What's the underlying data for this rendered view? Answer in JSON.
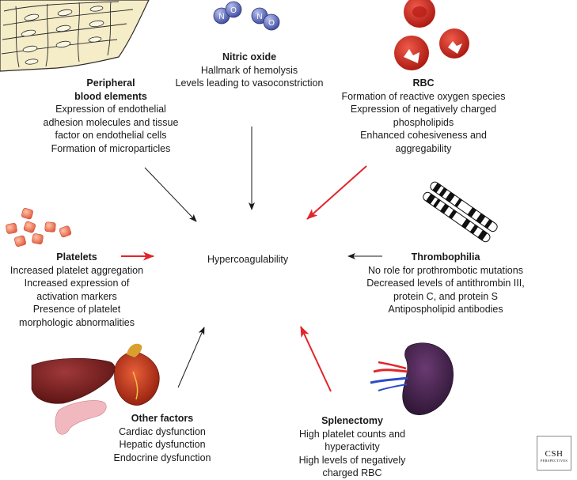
{
  "center": "Hypercoagulability",
  "nitric_oxide": {
    "title": "Nitric oxide",
    "lines": [
      "Hallmark of hemolysis",
      "Levels leading to vasoconstriction"
    ]
  },
  "peripheral": {
    "title_lines": [
      "Peripheral",
      "blood elements"
    ],
    "lines": [
      "Expression of endothelial",
      "adhesion molecules and tissue",
      "factor on endothelial cells",
      "Formation of microparticles"
    ]
  },
  "rbc": {
    "title": "RBC",
    "lines": [
      "Formation of reactive oxygen species",
      "Expression of negatively charged",
      "phospholipids",
      "Enhanced cohesiveness and",
      "aggregability"
    ]
  },
  "platelets": {
    "title": "Platelets",
    "lines": [
      "Increased platelet aggregation",
      "Increased expression of",
      "activation markers",
      "Presence of platelet",
      "morphologic abnormalities"
    ]
  },
  "thrombophilia": {
    "title": "Thrombophilia",
    "lines": [
      "No role for prothrombotic mutations",
      "Decreased levels of antithrombin III,",
      "protein C, and protein S",
      "Antipospholipid antibodies"
    ]
  },
  "other_factors": {
    "title": "Other factors",
    "lines": [
      "Cardiac dysfunction",
      "Hepatic dysfunction",
      "Endocrine dysfunction"
    ]
  },
  "splenectomy": {
    "title": "Splenectomy",
    "lines": [
      "High platelet counts and",
      "hyperactivity",
      "High levels of negatively",
      "charged RBC"
    ]
  },
  "no_molecule_letters": [
    "N",
    "O",
    "N",
    "O"
  ],
  "logo": {
    "main": "CSH",
    "sub": "PERSPECTIVES"
  },
  "colors": {
    "red_arrow": "#e0262b",
    "black_arrow": "#1a1a1a",
    "rbc": "#c8251f",
    "platelet": "#f0785a",
    "no_molecule": "#5a68b8",
    "liver": "#6e1a1c",
    "heart": "#c03018",
    "spleen": "#3a1a40"
  }
}
